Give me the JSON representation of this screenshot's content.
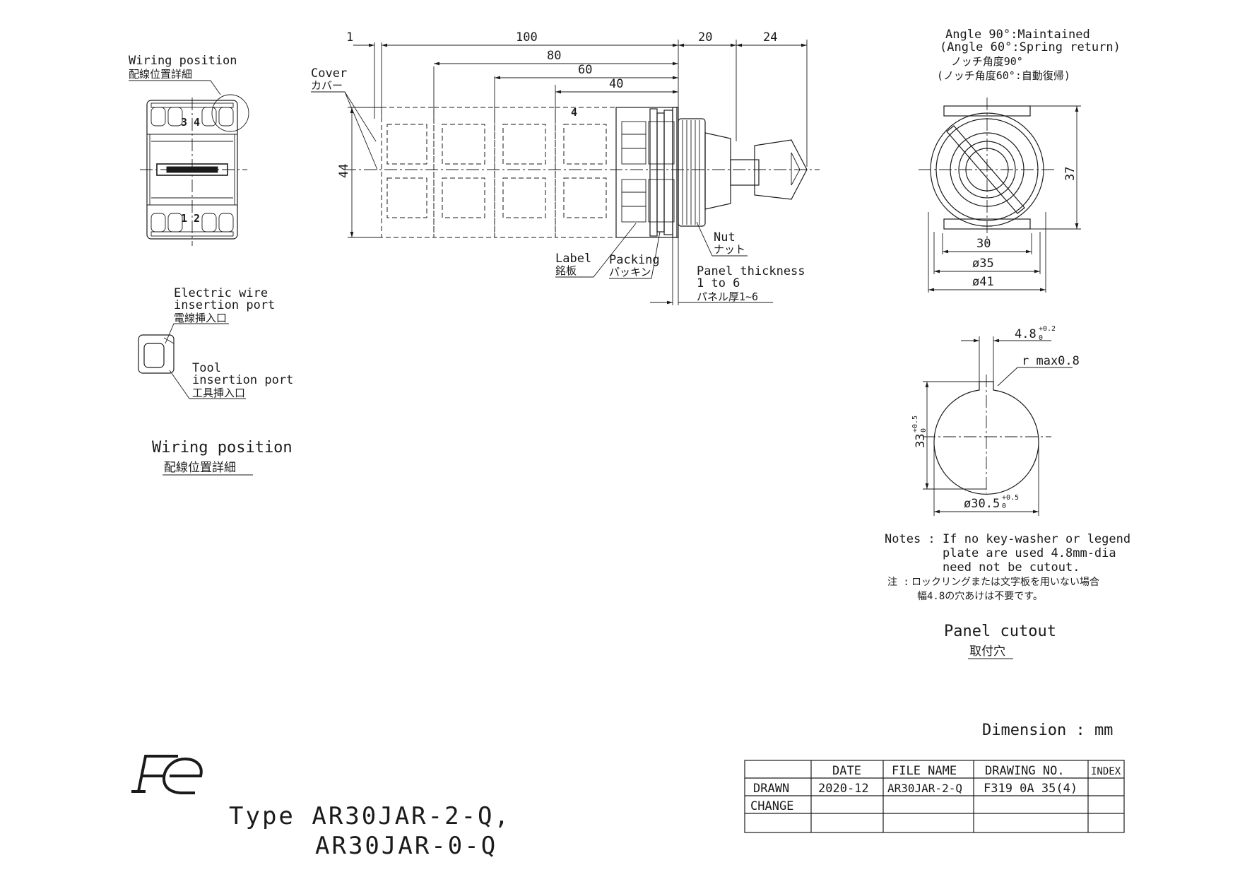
{
  "wiring_detail": {
    "callout_en": "Wiring position",
    "callout_jp": "配線位置詳細",
    "terminal_top": "3 4",
    "terminal_bottom": "1 2",
    "wire_port_en_1": "Electric wire",
    "wire_port_en_2": "insertion port",
    "wire_port_jp": "電線挿入口",
    "tool_port_en_1": "Tool",
    "tool_port_en_2": "insertion port",
    "tool_port_jp": "工具挿入口",
    "title_en": "Wiring position",
    "title_jp": "配線位置詳細"
  },
  "side_view": {
    "dims": {
      "d1": "1",
      "d100": "100",
      "d80": "80",
      "d60": "60",
      "d40": "40",
      "d20": "20",
      "d24": "24",
      "d44": "44"
    },
    "terminal_mark": "4",
    "cover_en": "Cover",
    "cover_jp": "カバー",
    "nut_en": "Nut",
    "nut_jp": "ナット",
    "label_en": "Label",
    "label_jp": "銘板",
    "packing_en": "Packing",
    "packing_jp": "パッキン",
    "panel_en_1": "Panel thickness",
    "panel_en_2": "1 to 6",
    "panel_jp": "パネル厚1~6"
  },
  "front_view": {
    "angle_en_1": "Angle 90°:Maintained",
    "angle_en_2": "(Angle 60°:Spring return)",
    "angle_jp_1": "ノッチ角度90°",
    "angle_jp_2": "(ノッチ角度60°:自動復帰)",
    "d37": "37",
    "d30": "30",
    "d35": "ø35",
    "d41": "ø41"
  },
  "panel_cutout": {
    "key_width": "4.8",
    "key_width_tol_up": "+0.2",
    "key_width_tol_lo": "0",
    "radius": "r max0.8",
    "height": "33",
    "height_tol_up": "+0.5",
    "height_tol_lo": "0",
    "diameter": "ø30.5",
    "diameter_tol_up": "+0.5",
    "diameter_tol_lo": "0",
    "notes_label": "Notes :",
    "notes_en_1": "If no key-washer or legend",
    "notes_en_2": "plate are used 4.8mm-dia",
    "notes_en_3": "need not be cutout.",
    "notes_jp_label": "注 :",
    "notes_jp_1": "ロックリングまたは文字板を用いない場合",
    "notes_jp_2": "幅4.8の穴あけは不要です。",
    "title_en": "Panel cutout",
    "title_jp": "取付穴"
  },
  "dimension_unit": "Dimension : mm",
  "title_block": {
    "headers": [
      "DATE",
      "FILE NAME",
      "DRAWING NO.",
      "INDEX"
    ],
    "rows": [
      {
        "label": "DRAWN",
        "date": "2020-12",
        "file": "AR30JAR-2-Q",
        "drawing_no": "F319 0A 35(4)",
        "index": ""
      },
      {
        "label": "CHANGE",
        "date": "",
        "file": "",
        "drawing_no": "",
        "index": ""
      },
      {
        "label": "",
        "date": "",
        "file": "",
        "drawing_no": "",
        "index": ""
      }
    ]
  },
  "logo": {
    "text": "Fe",
    "type": "fe-logo"
  },
  "type_line_1": "Type AR30JAR-2-Q,",
  "type_line_2": "AR30JAR-0-Q"
}
